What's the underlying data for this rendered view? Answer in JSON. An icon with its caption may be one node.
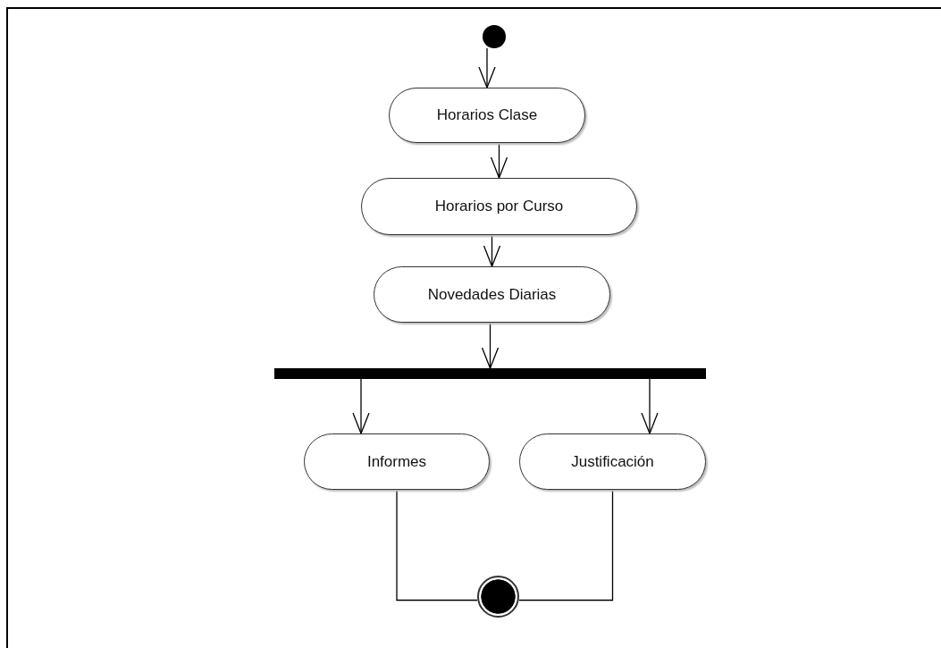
{
  "diagram": {
    "nodes": [
      {
        "text": [],
        "shape": "circle"
      },
      {
        "text": [
          "Horarios Clase"
        ]
      },
      {
        "text": [
          "Horarios por Curso"
        ]
      },
      {
        "text": [
          "Novedades Diarias"
        ]
      },
      {
        "text": [],
        "shape": "bar"
      },
      {
        "text": [
          "Informes"
        ]
      },
      {
        "text": [
          "Justificación"
        ]
      },
      {
        "text": [],
        "shape": "circle"
      }
    ],
    "edges": [
      {
        "from": 0,
        "to": 1,
        "arrow": "to"
      },
      {
        "from": 1,
        "to": 2,
        "arrow": "to"
      },
      {
        "from": 2,
        "to": 3,
        "arrow": "to"
      },
      {
        "from": 3,
        "to": 4,
        "arrow": "to"
      },
      {
        "from": 4,
        "to": 5,
        "arrow": "to"
      },
      {
        "from": 4,
        "to": 6,
        "arrow": "to"
      },
      {
        "from": 5,
        "to": 7,
        "arrow": "none"
      },
      {
        "from": 6,
        "to": 7,
        "arrow": "none"
      }
    ]
  }
}
